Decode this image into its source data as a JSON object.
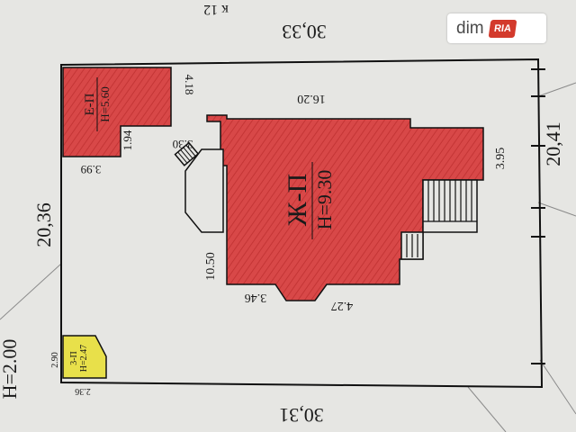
{
  "watermark": {
    "brand": "dim",
    "badge": "RIA"
  },
  "plan": {
    "top_partial_label": "к 12",
    "site_dimensions": {
      "top": "30,33",
      "bottom": "30,31",
      "left": "20,36",
      "right": "20,41"
    },
    "external_marker": "H=2.00",
    "buildings": {
      "main_house": {
        "code": "Ж-П",
        "height": "H=9.30",
        "color": "#d64545",
        "dimensions": [
          "16.20",
          "3.95",
          "10.50",
          "3.46",
          "4.27"
        ]
      },
      "outbuilding": {
        "code": "Е-П",
        "height": "H=5.60",
        "color": "#d64545",
        "dimensions": [
          "4.18",
          "3.30",
          "1.94",
          "3.99"
        ]
      },
      "small_shed": {
        "code": "3-П",
        "height": "H=2.47",
        "color": "#e8e04a",
        "dimensions": [
          "2.90",
          "2.36"
        ]
      }
    }
  }
}
